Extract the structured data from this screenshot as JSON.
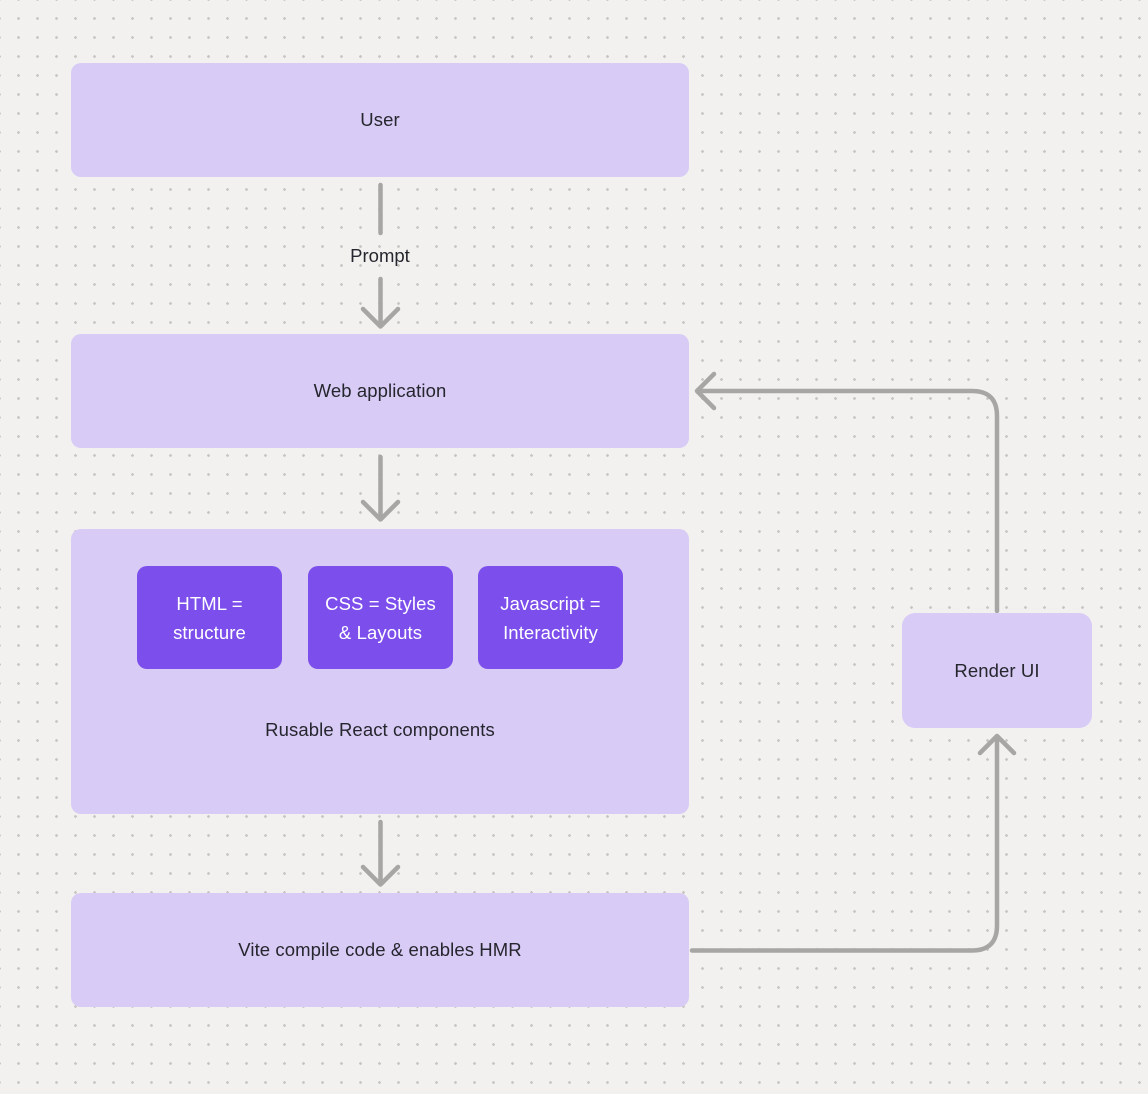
{
  "colors": {
    "canvas_background": "#f2f1f0",
    "grid_dot": "#c9c6c3",
    "node_fill": "#d8cbf5",
    "chip_fill": "#7c4eeb",
    "chip_text": "#ffffff",
    "node_text": "#26262e",
    "connector": "#a8a6a4"
  },
  "nodes": {
    "user": {
      "label": "User"
    },
    "web_application": {
      "label": "Web application"
    },
    "components_group": {
      "chips": [
        {
          "label": "HTML = structure"
        },
        {
          "label": "CSS = Styles & Layouts"
        },
        {
          "label": "Javascript = Interactivity"
        }
      ],
      "caption": "Rusable React components"
    },
    "vite": {
      "label": "Vite compile code & enables HMR"
    },
    "render_ui": {
      "label": "Render UI"
    }
  },
  "edges": [
    {
      "from": "user",
      "to": "web_application",
      "label": "Prompt"
    },
    {
      "from": "web_application",
      "to": "components_group",
      "label": ""
    },
    {
      "from": "components_group",
      "to": "vite",
      "label": ""
    },
    {
      "from": "vite",
      "to": "render_ui",
      "label": ""
    },
    {
      "from": "render_ui",
      "to": "web_application",
      "label": ""
    }
  ]
}
